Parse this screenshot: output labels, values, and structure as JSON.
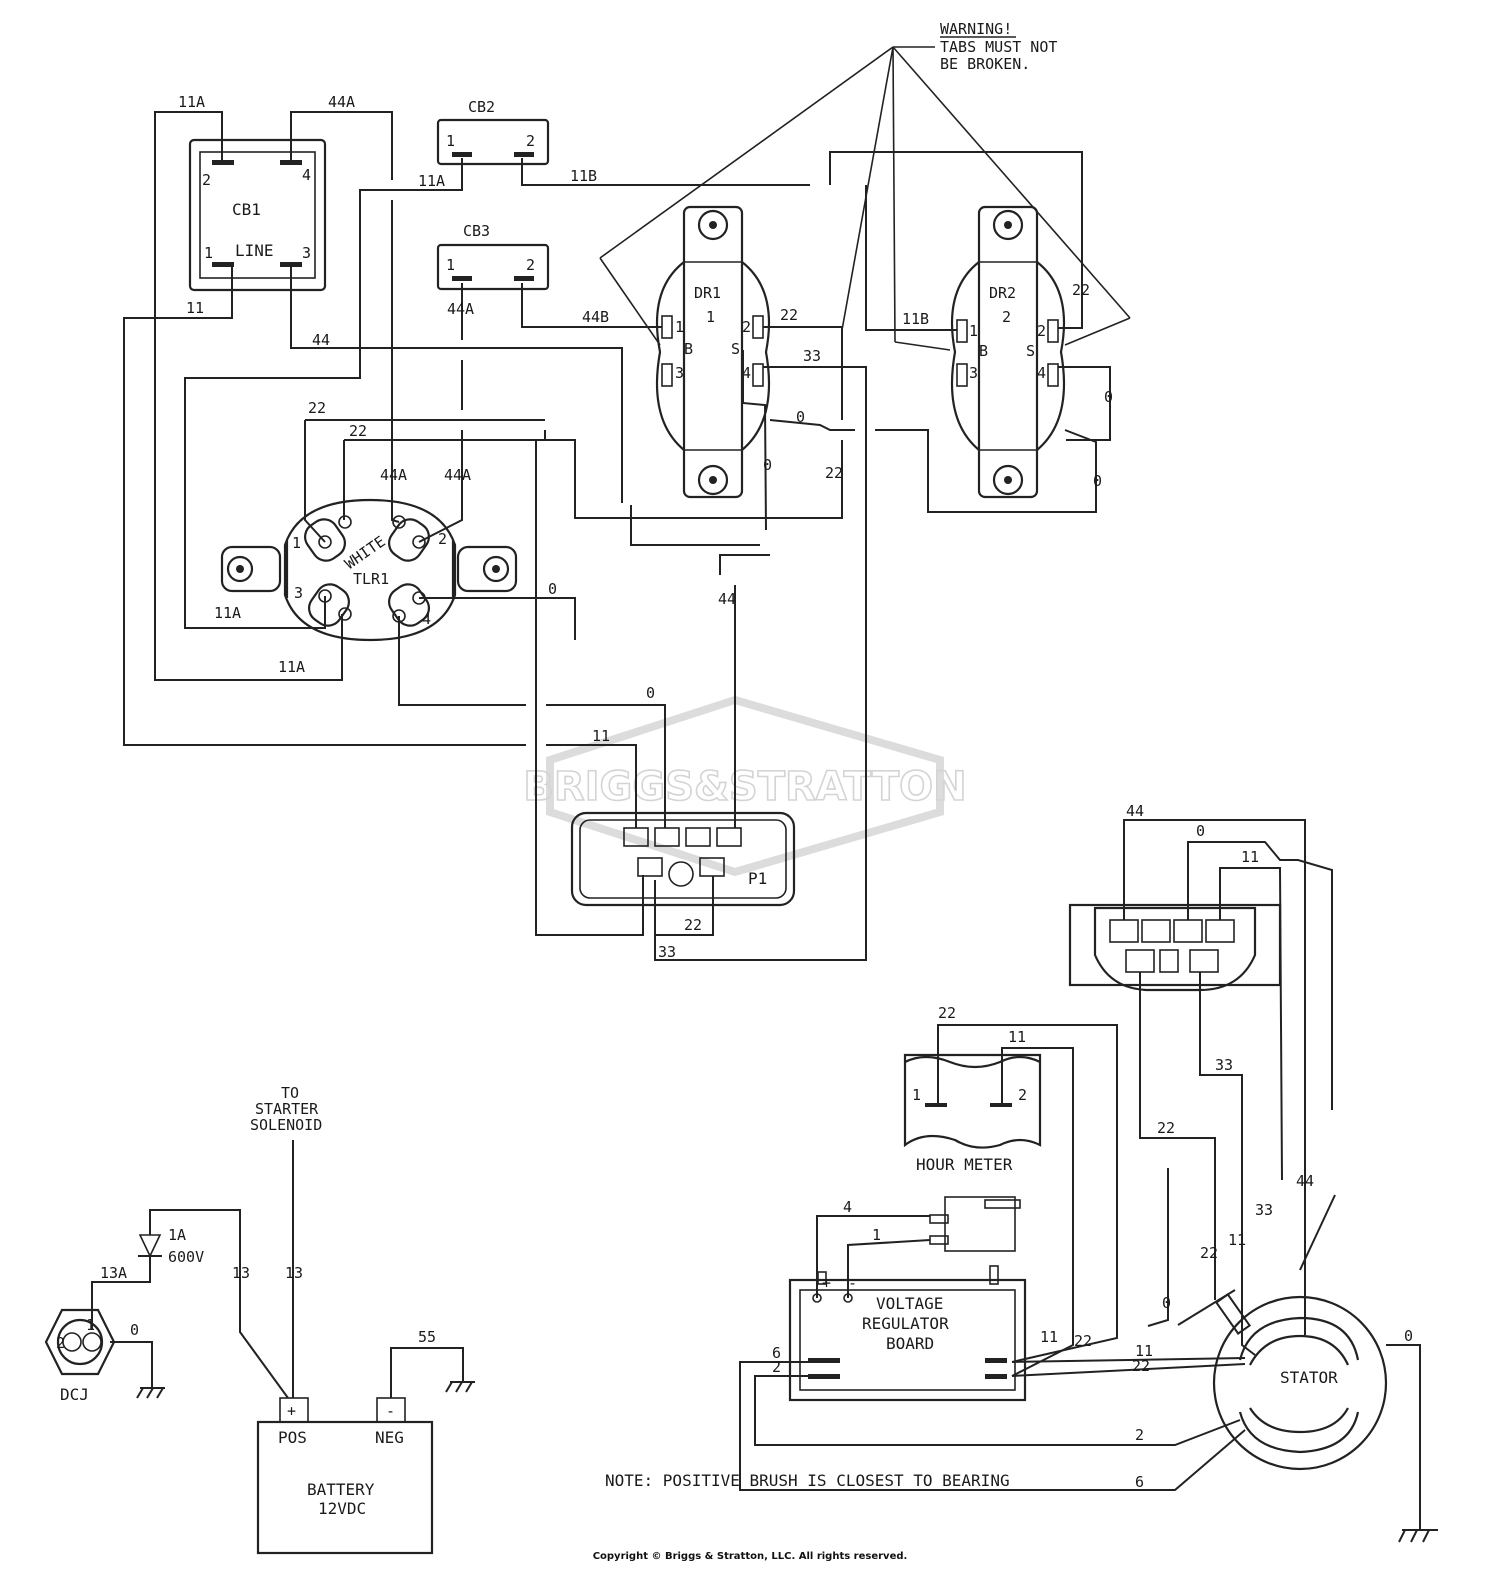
{
  "watermark": {
    "text": "BRIGGS&STRATTON"
  },
  "copyright": "Copyright © Briggs & Stratton, LLC. All rights reserved.",
  "warning": {
    "line1": "WARNING!",
    "line2": "TABS MUST NOT",
    "line3": "BE BROKEN."
  },
  "note": "NOTE: POSITIVE BRUSH IS CLOSEST TO BEARING",
  "components": {
    "cb1": {
      "name": "CB1",
      "line": "LINE",
      "pins": [
        "1",
        "2",
        "3",
        "4"
      ]
    },
    "cb2": {
      "name": "CB2",
      "pins": [
        "1",
        "2"
      ]
    },
    "cb3": {
      "name": "CB3",
      "pins": [
        "1",
        "2"
      ]
    },
    "dr1": {
      "name": "DR1",
      "number": "1",
      "pins": [
        "1",
        "2",
        "3",
        "4"
      ],
      "letters": [
        "B",
        "S"
      ]
    },
    "dr2": {
      "name": "DR2",
      "number": "2",
      "pins": [
        "1",
        "2",
        "3",
        "4"
      ],
      "letters": [
        "B",
        "S"
      ]
    },
    "tlr1": {
      "name": "TLR1",
      "color": "WHITE",
      "pins": [
        "1",
        "2",
        "3",
        "4"
      ]
    },
    "p1": {
      "name": "P1"
    },
    "hour_meter": {
      "name": "HOUR METER",
      "pins": [
        "1",
        "2"
      ]
    },
    "vr_board": {
      "line1": "VOLTAGE",
      "line2": "REGULATOR",
      "line3": "BOARD",
      "plus": "+",
      "minus": "-"
    },
    "stator": {
      "name": "STATOR"
    },
    "battery": {
      "name": "BATTERY",
      "voltage": "12VDC",
      "pos": "POS",
      "neg": "NEG",
      "plus": "+",
      "minus": "-"
    },
    "dcj": {
      "name": "DCJ",
      "pins": [
        "2",
        "1"
      ]
    },
    "diode": {
      "rating1": "1A",
      "rating2": "600V"
    },
    "starter": {
      "line1": "TO",
      "line2": "STARTER",
      "line3": "SOLENOID"
    }
  },
  "wires": {
    "w11a_top": "11A",
    "w44a_top": "44A",
    "w11a_cb2": "11A",
    "w11b_top": "11B",
    "w11_cb1": "11",
    "w44_cb1": "44",
    "w44a_cb3": "44A",
    "w44b": "44B",
    "w22_dr1": "22",
    "w33_dr1": "33",
    "w11b_dr2": "11B",
    "w22_dr2": "22",
    "w0_dr2_right": "0",
    "w0_dr2_bottom": "0",
    "w0_dr1_a": "0",
    "w0_dr1_b": "0",
    "w22_mid": "22",
    "w22_tlr_a": "22",
    "w22_tlr_b": "22",
    "w44a_tlr_a": "44A",
    "w44a_tlr_b": "44A",
    "w11a_tlr3": "11A",
    "w11a_tlr_bottom": "11A",
    "w0_tlr": "0",
    "w44_p1": "44",
    "w0_p1": "0",
    "w11_p1": "11",
    "w22_p1": "22",
    "w33_p1": "33",
    "w44_conn": "44",
    "w0_conn": "0",
    "w11_conn": "11",
    "w22_hm": "22",
    "w11_hm": "11",
    "w33_right": "33",
    "w22_right": "22",
    "w22_stator": "22",
    "w11_stator": "11",
    "w33_stator": "33",
    "w44_stator": "44",
    "w0_stator_left": "0",
    "w0_stator_right": "0",
    "w4_vr": "4",
    "w1_vr": "1",
    "w6_vr": "6",
    "w2_vr": "2",
    "w11_vr": "11",
    "w22_vr": "22",
    "w11_brush": "11",
    "w22_brush": "22",
    "w2_brush": "2",
    "w6_brush": "6",
    "w13a": "13A",
    "w13_a": "13",
    "w13_b": "13",
    "w0_dcj": "0",
    "w55": "55"
  }
}
